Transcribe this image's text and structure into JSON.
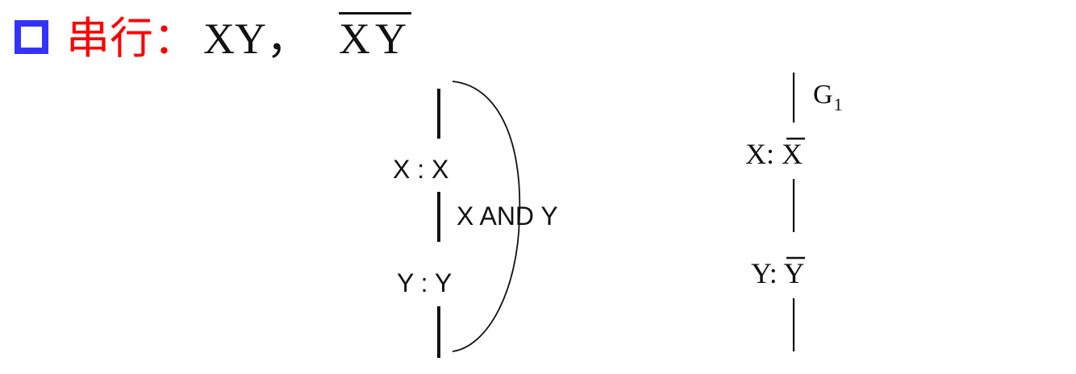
{
  "title": {
    "bullet_icon": "hollow-square-icon",
    "bullet_color": "#3333ff",
    "label": "串行",
    "colon": "：",
    "term_1": "XY",
    "separator": "，",
    "term_2_x": "X",
    "term_2_y": "Y",
    "label_color": "#ff0000"
  },
  "series_and": {
    "contact_x": "X : X",
    "contact_y": "Y : Y",
    "group_label": "X AND Y"
  },
  "series_complement": {
    "gate_label": "G",
    "gate_subscript": "1",
    "contact_x_prefix": "X: ",
    "contact_x_var": "X",
    "contact_y_prefix": "Y: ",
    "contact_y_var": "Y"
  }
}
